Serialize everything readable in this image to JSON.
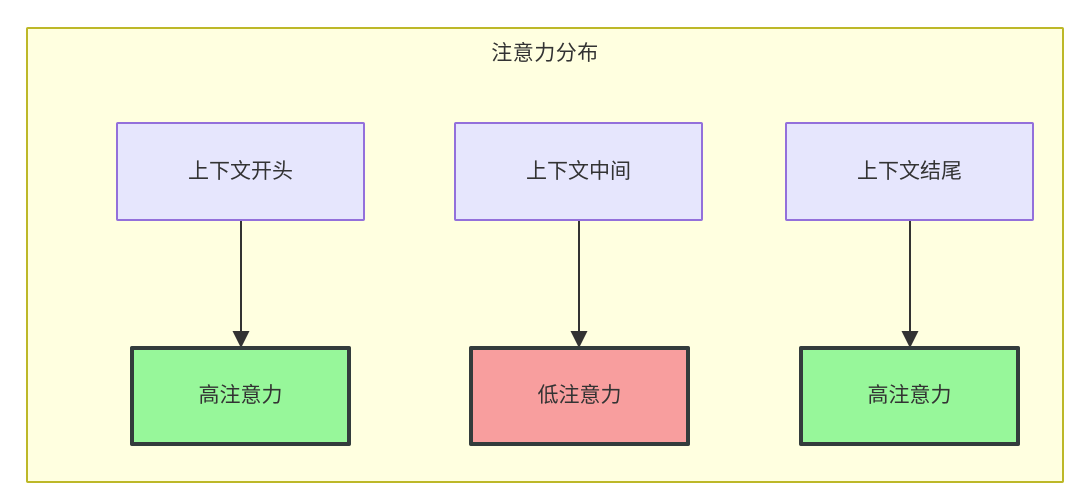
{
  "diagram": {
    "title": "注意力分布",
    "type": "flowchart",
    "container": {
      "fill": "#ffffe0",
      "stroke": "#bdb828"
    },
    "context_nodes": [
      {
        "id": "ctx-start",
        "label": "上下文开头",
        "fill": "#e6e6fd",
        "stroke": "#9370db"
      },
      {
        "id": "ctx-middle",
        "label": "上下文中间",
        "fill": "#e6e6fd",
        "stroke": "#9370db"
      },
      {
        "id": "ctx-end",
        "label": "上下文结尾",
        "fill": "#e6e6fd",
        "stroke": "#9370db"
      }
    ],
    "attention_nodes": [
      {
        "id": "attn-high-start",
        "label": "高注意力",
        "fill": "#97f79a",
        "stroke": "#333c3c"
      },
      {
        "id": "attn-low-middle",
        "label": "低注意力",
        "fill": "#f89e9e",
        "stroke": "#333c3c"
      },
      {
        "id": "attn-high-end",
        "label": "高注意力",
        "fill": "#97f79a",
        "stroke": "#333c3c"
      }
    ],
    "edges": [
      {
        "from": "ctx-start",
        "to": "attn-high-start",
        "label": "",
        "arrow": "arrowhead-down"
      },
      {
        "from": "ctx-middle",
        "to": "attn-low-middle",
        "label": "",
        "arrow": "arrowhead-down"
      },
      {
        "from": "ctx-end",
        "to": "attn-high-end",
        "label": "",
        "arrow": "arrowhead-down"
      }
    ],
    "edge_color": "#333333",
    "text_color": "#333333"
  }
}
